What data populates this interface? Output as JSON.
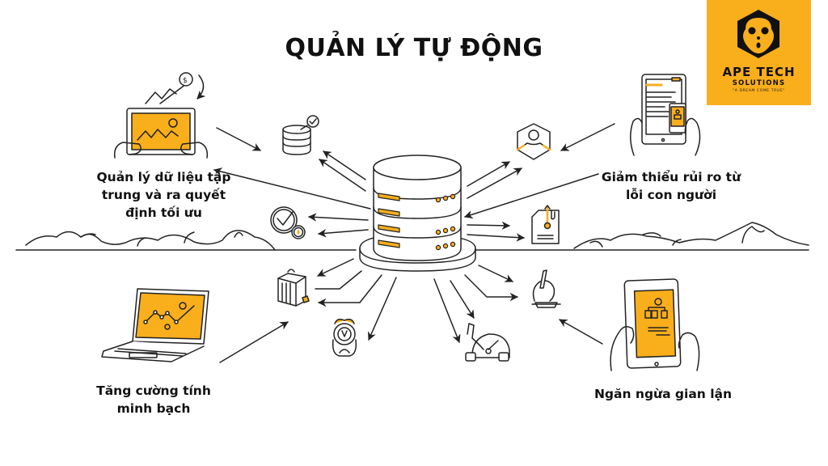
{
  "title": "QUẢN LÝ TỰ ĐỘNG",
  "logo": {
    "brand": "APE TECH",
    "subtitle": "SOLUTIONS",
    "tagline": "\"A DREAM COME TRUE\"",
    "icon": "monkey-face-hexagon-icon",
    "background_color": "#F9AE1C"
  },
  "colors": {
    "accent": "#F9AE1C",
    "line": "#222222",
    "background": "#FFFFFF"
  },
  "center": {
    "icon": "database-server-icon"
  },
  "features": [
    {
      "id": "top-left",
      "lines": [
        "Quản lý dữ liệu tập",
        "trung và ra quyết",
        "định tối ưu"
      ],
      "icon": "tablet-growth-chart-icon"
    },
    {
      "id": "top-right",
      "lines": [
        "Giảm thiểu rủi ro từ",
        "lỗi con người"
      ],
      "icon": "tablet-document-phone-icon"
    },
    {
      "id": "bottom-left",
      "lines": [
        "Tăng cường tính",
        "minh bạch"
      ],
      "icon": "laptop-chart-icon"
    },
    {
      "id": "bottom-right",
      "lines": [
        "Ngăn ngừa gian lận"
      ],
      "icon": "tablet-flowchart-icon"
    }
  ],
  "satellite_icons": [
    "database-check-icon",
    "clock-check-icon",
    "user-hexagon-icon",
    "document-key-icon",
    "cube-gear-icon",
    "alarm-clock-icon",
    "gauge-robot-icon",
    "microscope-icon"
  ]
}
